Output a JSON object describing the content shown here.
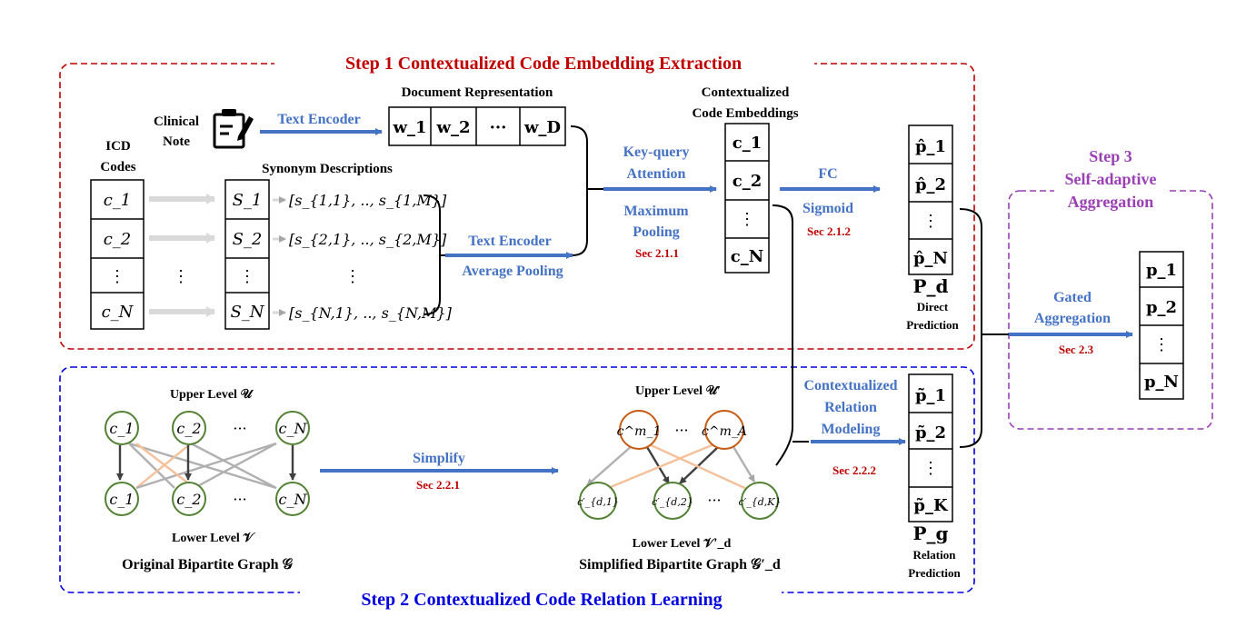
{
  "step1": {
    "title": "Step 1 Contextualized Code Embedding Extraction",
    "clinical_note": [
      "Clinical",
      "Note"
    ],
    "text_encoder_top": "Text Encoder",
    "doc_rep_title": "Document Representation",
    "doc_cells": [
      "w_1",
      "w_2",
      "···",
      "w_D"
    ],
    "icd_codes_title": [
      "ICD",
      "Codes"
    ],
    "codes": [
      "c_1",
      "c_2",
      "⋮",
      "c_N"
    ],
    "synonym_title": "Synonym Descriptions",
    "synonyms": [
      "S_1",
      "S_2",
      "⋮",
      "S_N"
    ],
    "synonym_lists": [
      "[s_{1,1}, .., s_{1,M}]",
      "[s_{2,1}, .., s_{2,M}]",
      "⋮",
      "[s_{N,1}, .., s_{N,M}]"
    ],
    "codes_dots": "⋮",
    "text_encoder_bottom": "Text Encoder",
    "average_pooling": "Average Pooling",
    "key_query": [
      "Key-query",
      "Attention"
    ],
    "max_pooling": [
      "Maximum",
      "Pooling"
    ],
    "sec_211": "Sec 2.1.1",
    "ctx_title": [
      "Contextualized",
      "Code Embeddings"
    ],
    "ctx_cells": [
      "c_1",
      "c_2",
      "⋮",
      "c_N"
    ],
    "fc": "FC",
    "sigmoid": "Sigmoid",
    "sec_212": "Sec 2.1.2",
    "pd_cells": [
      "p̂_1",
      "p̂_2",
      "⋮",
      "p̂_N"
    ],
    "pd_label": "P_d",
    "direct_prediction": [
      "Direct",
      "Prediction"
    ]
  },
  "step2": {
    "title": "Step 2 Contextualized Code Relation Learning",
    "upper_level": "Upper Level 𝒰",
    "lower_level": "Lower Level 𝒱",
    "orig_upper_nodes": [
      "c_1",
      "c_2",
      "···",
      "c_N"
    ],
    "orig_lower_nodes": [
      "c_1",
      "c_2",
      "···",
      "c_N"
    ],
    "orig_graph": "Original Bipartite Graph 𝒢",
    "simplify": "Simplify",
    "sec_221": "Sec 2.2.1",
    "upper_level_s": "Upper Level 𝒰′",
    "lower_level_s": "Lower Level 𝒱′_d",
    "simp_upper_nodes": [
      "c^m_1",
      "···",
      "c^m_A"
    ],
    "simp_lower_nodes": [
      "c′_{d,1}",
      "c′_{d,2}",
      "···",
      "c′_{d,K}"
    ],
    "simp_graph": "Simplified Bipartite Graph 𝒢′_d",
    "ctx_relation": [
      "Contextualized",
      "Relation",
      "Modeling"
    ],
    "sec_222": "Sec 2.2.2",
    "pg_cells": [
      "p̃_1",
      "p̃_2",
      "⋮",
      "p̃_K"
    ],
    "pg_label": "P_g",
    "relation_prediction": [
      "Relation",
      "Prediction"
    ]
  },
  "step3": {
    "title": [
      "Step 3",
      "Self-adaptive",
      "Aggregation"
    ],
    "gated": [
      "Gated",
      "Aggregation"
    ],
    "sec_23": "Sec 2.3",
    "p_cells": [
      "p_1",
      "p_2",
      "⋮",
      "p_N"
    ]
  },
  "colors": {
    "step1_red": "#c00000",
    "step2_blue": "#0000e0",
    "step3_purple": "#9b3fb4",
    "arrow_blue": "#4472c4",
    "label_blue": "#4472c4",
    "node_green": "#548235",
    "node_orange": "#c55a11",
    "edge_gray": "#aaaaaa",
    "edge_peach": "#f4c09a",
    "sec_red": "#c00000"
  }
}
